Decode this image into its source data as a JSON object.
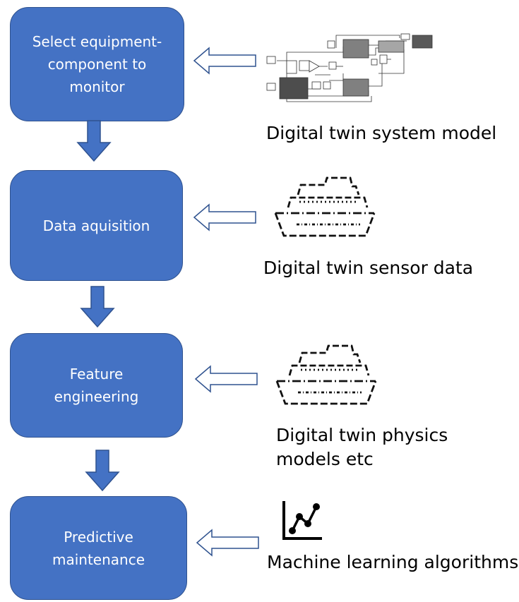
{
  "steps": [
    {
      "label_lines": [
        "Select equipment-",
        "component to",
        "monitor"
      ]
    },
    {
      "label_lines": [
        "Data aquisition"
      ]
    },
    {
      "label_lines": [
        "Feature",
        "engineering"
      ]
    },
    {
      "label_lines": [
        "Predictive",
        "maintenance"
      ]
    }
  ],
  "inputs": [
    {
      "caption_lines": [
        "Digital twin system model"
      ],
      "icon": "simulink-model-diagram"
    },
    {
      "caption_lines": [
        "Digital twin sensor data"
      ],
      "icon": "ship-icon"
    },
    {
      "caption_lines": [
        "Digital twin physics",
        "models etc"
      ],
      "icon": "ship-icon"
    },
    {
      "caption_lines": [
        "Machine learning algorithms"
      ],
      "icon": "line-chart-icon"
    }
  ],
  "colors": {
    "box_fill": "#4472c4",
    "box_border": "#2f528f",
    "arrow_fill": "#4472c4",
    "hollow_arrow_stroke": "#2f528f"
  }
}
